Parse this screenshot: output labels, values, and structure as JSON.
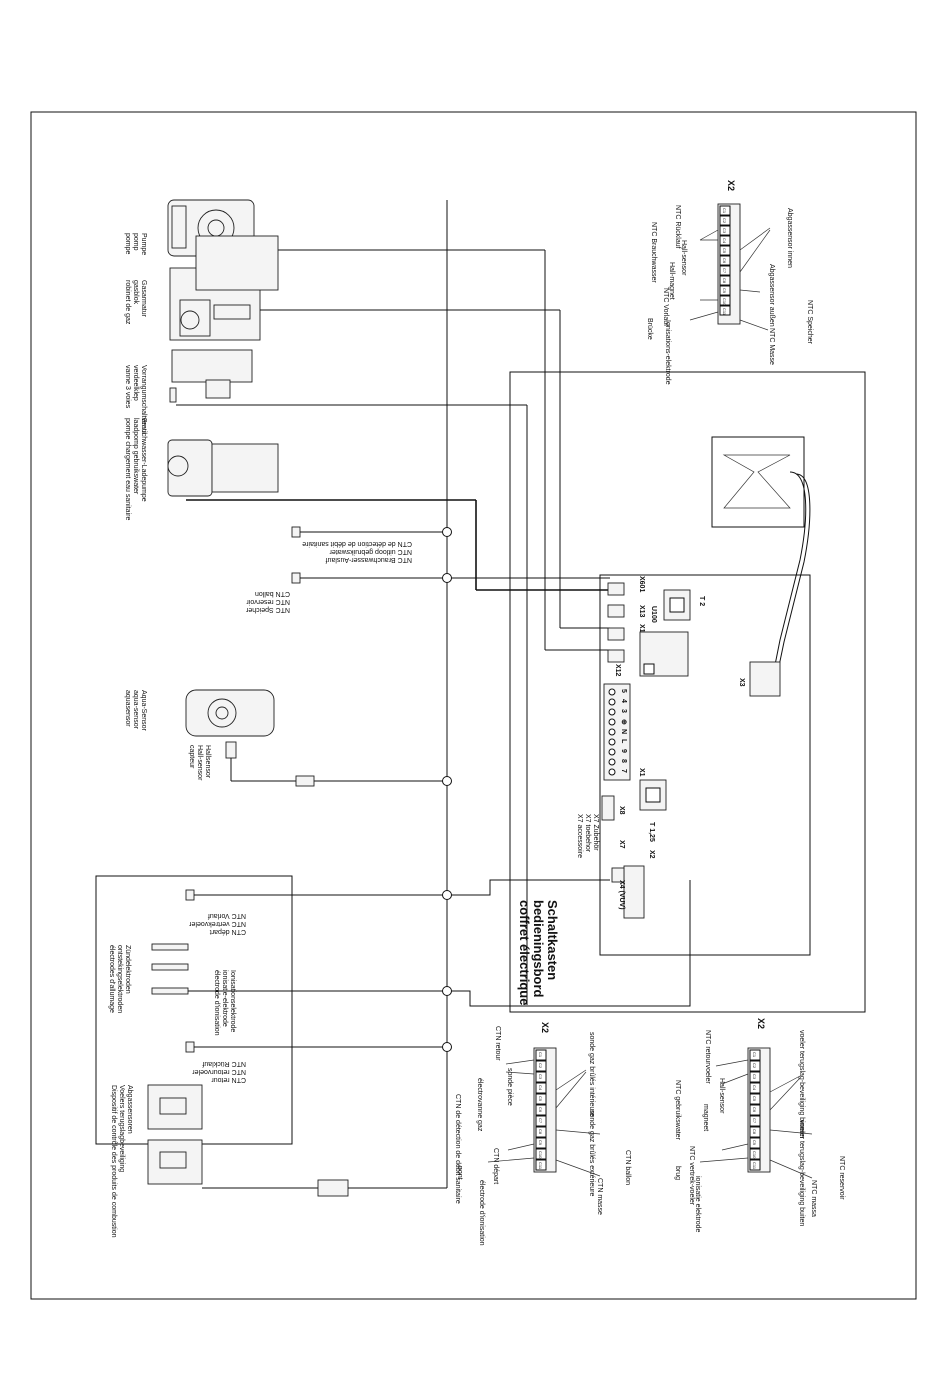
{
  "components": {
    "pump": [
      "pompe",
      "pomp",
      "Pumpe"
    ],
    "gas_valve": [
      "robinet de gaz",
      "gasblok",
      "Gasarmatur"
    ],
    "three_way": [
      "vanne 3 voies",
      "verdeelklep",
      "Vorrangumschaltventil"
    ],
    "dhw_pump": [
      "pompe chargement eau sanitaire",
      "laadpomp gebruikswater",
      "Brauchwasser-Ladepumpe"
    ],
    "ntc_dhw_out": [
      "CTN de détection de débit sanitaire",
      "NTC uitloop gebruikswater",
      "NTC Brauchwasser-Auslauf"
    ],
    "ntc_tank": [
      "CTN ballon",
      "NTC reservoir",
      "NTC Speicher"
    ],
    "aquasensor": [
      "aquasensor",
      "aqua-sensor",
      "Aqua-Sensor"
    ],
    "hall": [
      "capteur",
      "Hall-sensor",
      "Hallsensor"
    ],
    "ntc_flow": [
      "CTN départ",
      "NTC vertrekvoeler",
      "NTC Vorlauf"
    ],
    "ign_electrode": [
      "électrodes d'allumage",
      "ontstekingselektroden",
      "Zündelektroden"
    ],
    "ion_electrode": [
      "électrode d'ionisation",
      "ionisatie-elektrode",
      "Ionisationselektrode"
    ],
    "ntc_return": [
      "CTN retour",
      "NTC retourvoeler",
      "NTC Rücklauf"
    ],
    "flue_guard": [
      "Dispositif de contrôle des produits de combustion",
      "Voelers terugslagbeveiliging",
      "Abgassensoren"
    ]
  },
  "control_box": {
    "title": [
      "coffret électrique",
      "bedieningsbord",
      "Schaltkasten"
    ],
    "connectors": [
      "X601",
      "X13",
      "X14",
      "X12",
      "X1",
      "X8",
      "X7",
      "X2",
      "X3",
      "X4 (VUV)"
    ],
    "fuses": [
      "T 2",
      "T 1,25"
    ],
    "u100": "U100",
    "x1_pins": [
      "7",
      "8",
      "9",
      "L",
      "N",
      "⊕",
      "3",
      "4",
      "5"
    ],
    "x7_labels": [
      "X7 accessoire",
      "X7 toebehor",
      "X7 Zubehör"
    ]
  },
  "legend_de": {
    "title": "X2",
    "labels": [
      "NTC Rücklauf",
      "Hall-sensor",
      "Abgassensor innen",
      "NTC Brauchwasser",
      "Hall-magnet",
      "Abgassensor außen",
      "NTC Vorlauf",
      "Brücke",
      "Ionisations-elektrode",
      "NTC Masse",
      "NTC Speicher"
    ]
  },
  "legend_fr": {
    "title": "X2",
    "labels": [
      "CTN retour",
      "CTN de détection de débit sanitaire",
      "électrovanne gaz",
      "sonde pièce",
      "sonde gaz brûlés intérieure",
      "sonde gaz brûlés extérieure",
      "CTN départ",
      "pont",
      "électrode d'ionisation",
      "CTN masse",
      "CTN ballon"
    ]
  },
  "legend_nl": {
    "title": "X2",
    "labels": [
      "NTC retourvoeler",
      "NTC gebruikswater",
      "Hall-sensor",
      "magneet",
      "voeler terugslag-beveiliging binnen",
      "voeler terugslag-beveiliging buiten",
      "NTC vertrek-voeler",
      "brug",
      "ionisatie elektrode",
      "NTC massa",
      "NTC reservoir"
    ]
  },
  "pin_labels": [
    "C1",
    "C2",
    "C3",
    "C4",
    "C5",
    "C6",
    "C7",
    "C8",
    "C9",
    "C10",
    "C11",
    "C12"
  ]
}
